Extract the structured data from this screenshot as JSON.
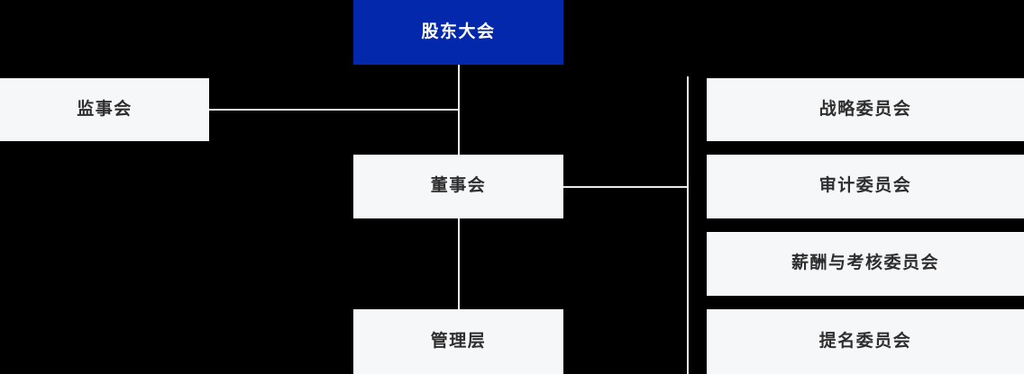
{
  "chart_data": {
    "type": "diagram",
    "title": "",
    "diagram_kind": "organizational-chart",
    "colors": {
      "background": "#000000",
      "primary_node_fill": "#0428ab",
      "primary_node_text": "#ffffff",
      "secondary_node_fill": "#f6f7f9",
      "secondary_node_text": "#2e2e2e",
      "connector_line": "#e9eaec"
    },
    "nodes": [
      {
        "id": "shareholders",
        "label": "股东大会",
        "style": "primary",
        "column": "center",
        "row": 1
      },
      {
        "id": "supervisors",
        "label": "监事会",
        "style": "secondary",
        "column": "left",
        "row": 2
      },
      {
        "id": "board",
        "label": "董事会",
        "style": "secondary",
        "column": "center",
        "row": 3
      },
      {
        "id": "management",
        "label": "管理层",
        "style": "secondary",
        "column": "center",
        "row": 5
      },
      {
        "id": "strategy",
        "label": "战略委员会",
        "style": "secondary",
        "column": "right",
        "row": 2
      },
      {
        "id": "audit",
        "label": "审计委员会",
        "style": "secondary",
        "column": "right",
        "row": 3
      },
      {
        "id": "remuneration",
        "label": "薪酬与考核委员会",
        "style": "secondary",
        "column": "right",
        "row": 4
      },
      {
        "id": "nomination",
        "label": "提名委员会",
        "style": "secondary",
        "column": "right",
        "row": 5
      }
    ],
    "edges": [
      {
        "from": "shareholders",
        "to": "board",
        "kind": "vertical"
      },
      {
        "from": "shareholders",
        "to": "supervisors",
        "kind": "horizontal-branch"
      },
      {
        "from": "board",
        "to": "management",
        "kind": "vertical"
      },
      {
        "from": "board",
        "to": "strategy",
        "kind": "bus-right"
      },
      {
        "from": "board",
        "to": "audit",
        "kind": "bus-right"
      },
      {
        "from": "board",
        "to": "remuneration",
        "kind": "bus-right"
      },
      {
        "from": "board",
        "to": "nomination",
        "kind": "bus-right"
      }
    ]
  },
  "nodes": {
    "shareholders": {
      "label": "股东大会"
    },
    "supervisors": {
      "label": "监事会"
    },
    "board": {
      "label": "董事会"
    },
    "management": {
      "label": "管理层"
    },
    "strategy": {
      "label": "战略委员会"
    },
    "audit": {
      "label": "审计委员会"
    },
    "remuneration": {
      "label": "薪酬与考核委员会"
    },
    "nomination": {
      "label": "提名委员会"
    }
  }
}
